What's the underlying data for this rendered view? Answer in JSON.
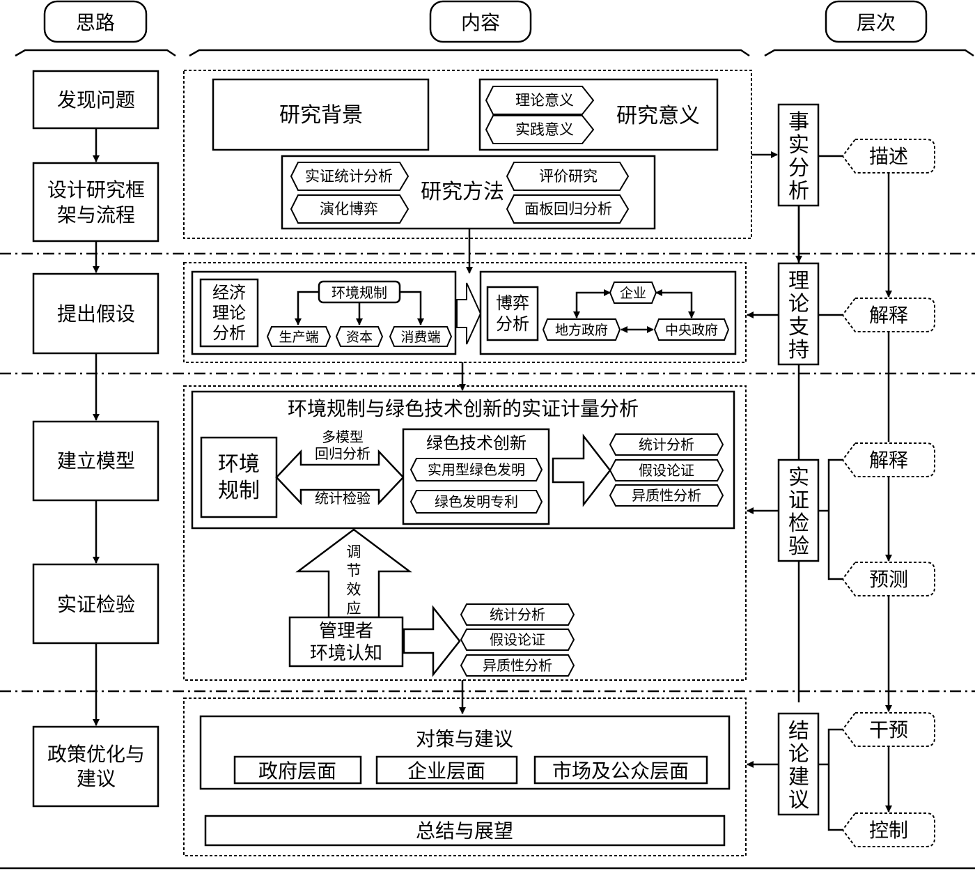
{
  "headers": {
    "left": "思路",
    "middle": "内容",
    "right": "层次"
  },
  "steps": [
    "发现问题",
    "设计研究框",
    "架与流程",
    "提出假设",
    "建立模型",
    "实证检验",
    "政策优化与",
    "建议"
  ],
  "section1": {
    "background": "研究背景",
    "significance": "研究意义",
    "sig_items": [
      "理论意义",
      "实践意义"
    ],
    "methods": "研究方法",
    "method_items": [
      "实证统计分析",
      "演化博弈",
      "评价研究",
      "面板回归分析"
    ]
  },
  "section2": {
    "econ": [
      "经济",
      "理论",
      "分析"
    ],
    "env_reg": "环境规制",
    "econ_items": [
      "生产端",
      "资本",
      "消费端"
    ],
    "game": [
      "博弈",
      "分析"
    ],
    "enterprise": "企业",
    "local_gov": "地方政府",
    "central_gov": "中央政府"
  },
  "section3": {
    "title": "环境规制与绿色技术创新的实证计量分析",
    "env": [
      "环境",
      "规制"
    ],
    "arrow_top": [
      "多模型",
      "回归分析"
    ],
    "arrow_bottom": "统计检验",
    "green": "绿色技术创新",
    "green_items": [
      "实用型绿色发明",
      "绿色发明专利"
    ],
    "results": [
      "统计分析",
      "假设论证",
      "异质性分析"
    ],
    "moderation": [
      "调",
      "节",
      "效",
      "应"
    ],
    "manager": [
      "管理者",
      "环境认知"
    ],
    "results2": [
      "统计分析",
      "假设论证",
      "异质性分析"
    ]
  },
  "section4": {
    "title": "对策与建议",
    "levels": [
      "政府层面",
      "企业层面",
      "市场及公众层面"
    ],
    "summary": "总结与展望"
  },
  "stages": [
    [
      "事",
      "实",
      "分",
      "析"
    ],
    [
      "理",
      "论",
      "支",
      "持"
    ],
    [
      "实",
      "证",
      "检",
      "验"
    ],
    [
      "结",
      "论",
      "建",
      "议"
    ]
  ],
  "levels_right": [
    "描述",
    "解释",
    "解释",
    "预测",
    "干预",
    "控制"
  ]
}
